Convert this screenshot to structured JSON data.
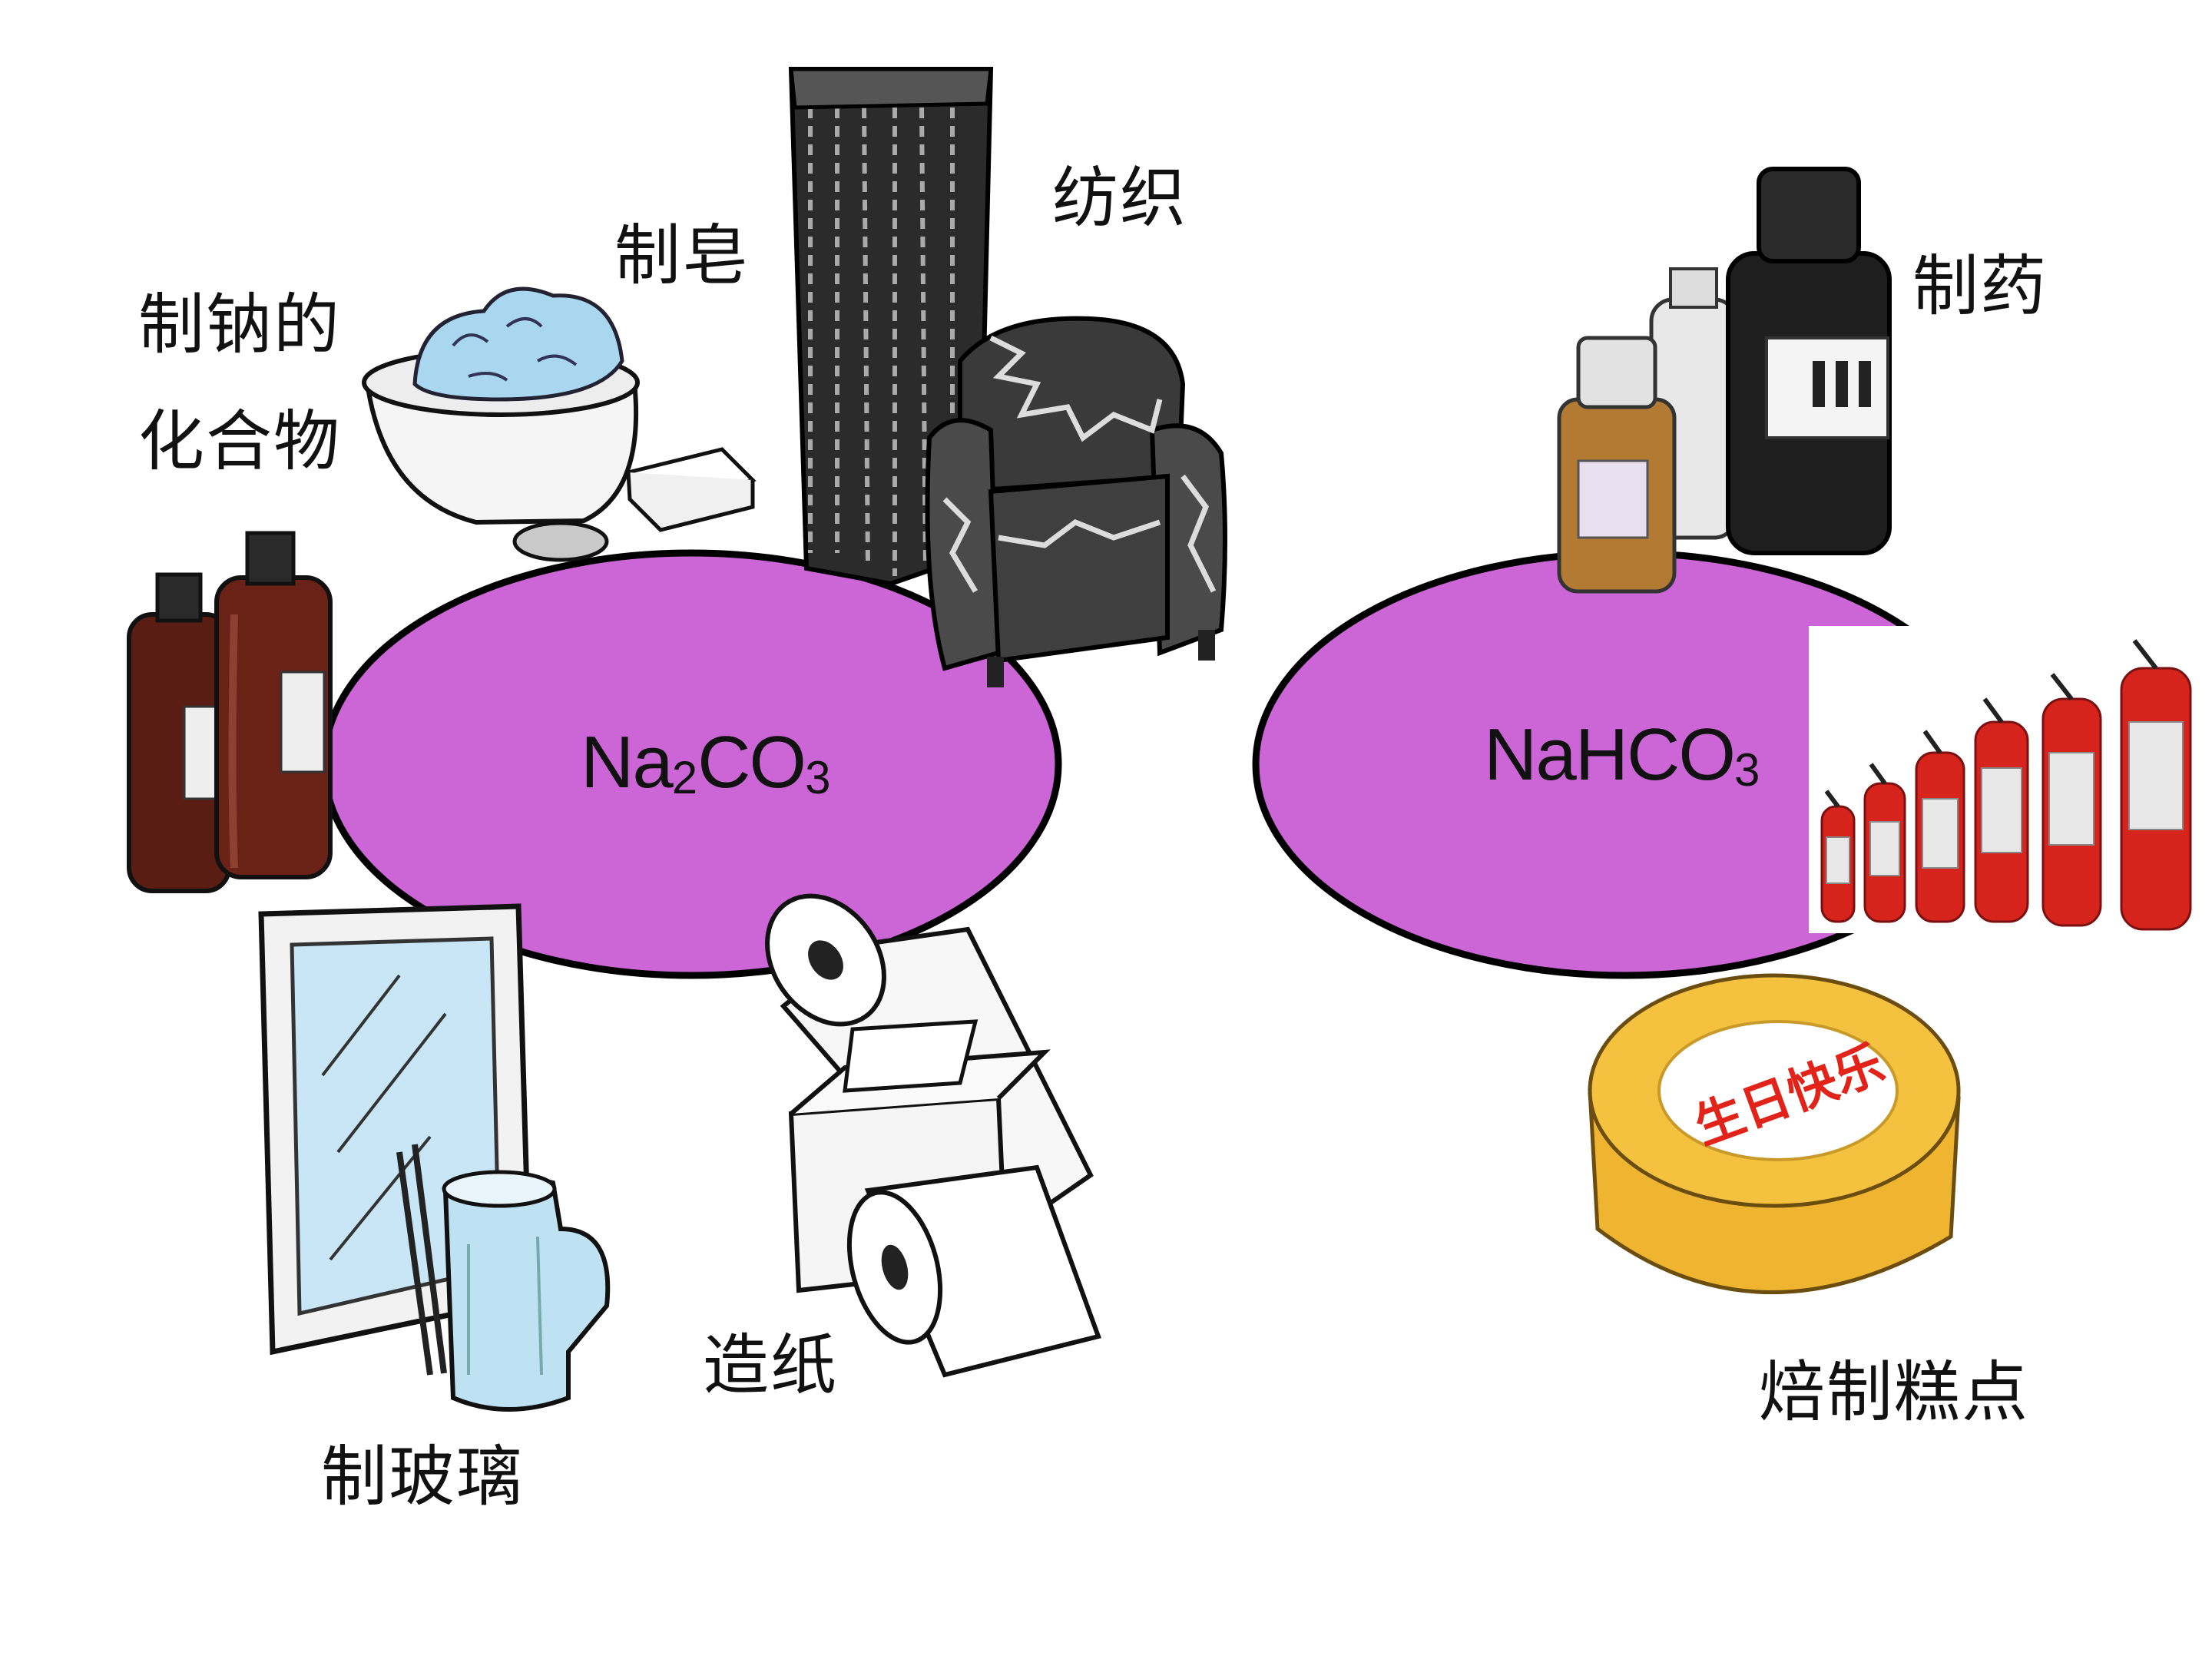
{
  "colors": {
    "ellipse_fill": "#cc66d6",
    "ellipse_stroke": "#000000",
    "bottle_brown": "#5a1d14",
    "extinguisher_red": "#d6241c",
    "cake_yellow": "#f4c23e"
  },
  "na2co3": {
    "formula_main": "Na",
    "formula_sub1": "2",
    "formula_mid": "CO",
    "formula_sub2": "3",
    "uses": {
      "sodium_compounds_line1": "制钠的",
      "sodium_compounds_line2": "化合物",
      "soap": "制皂",
      "textile": "纺织",
      "glass": "制玻璃",
      "paper": "造纸"
    }
  },
  "nahco3": {
    "formula_main": "NaHCO",
    "formula_sub": "3",
    "uses": {
      "medicine": "制药",
      "baking": "焙制糕点"
    },
    "cake_text": "生日快乐"
  },
  "icons": [
    "bottles-icon",
    "soap-bowl-icon",
    "curtain-icon",
    "armchair-icon",
    "mirror-icon",
    "pitcher-icon",
    "paper-roll-icon",
    "medicine-bottles-icon",
    "fire-extinguisher-icon",
    "cake-icon"
  ]
}
